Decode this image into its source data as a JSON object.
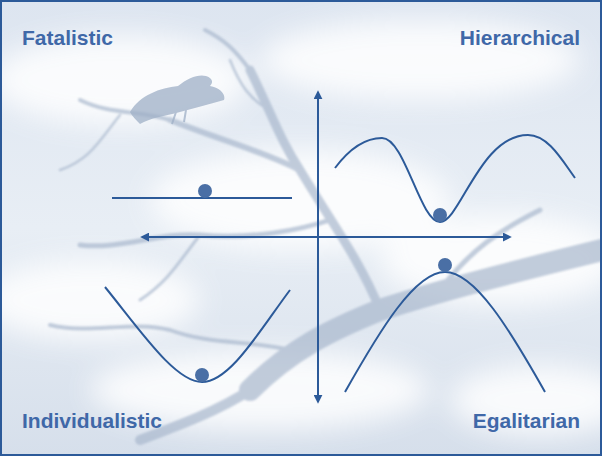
{
  "diagram": {
    "labels": [
      "Fatalistic",
      "Hierarchical",
      "Individualistic",
      "Egalitarian"
    ]
  }
}
